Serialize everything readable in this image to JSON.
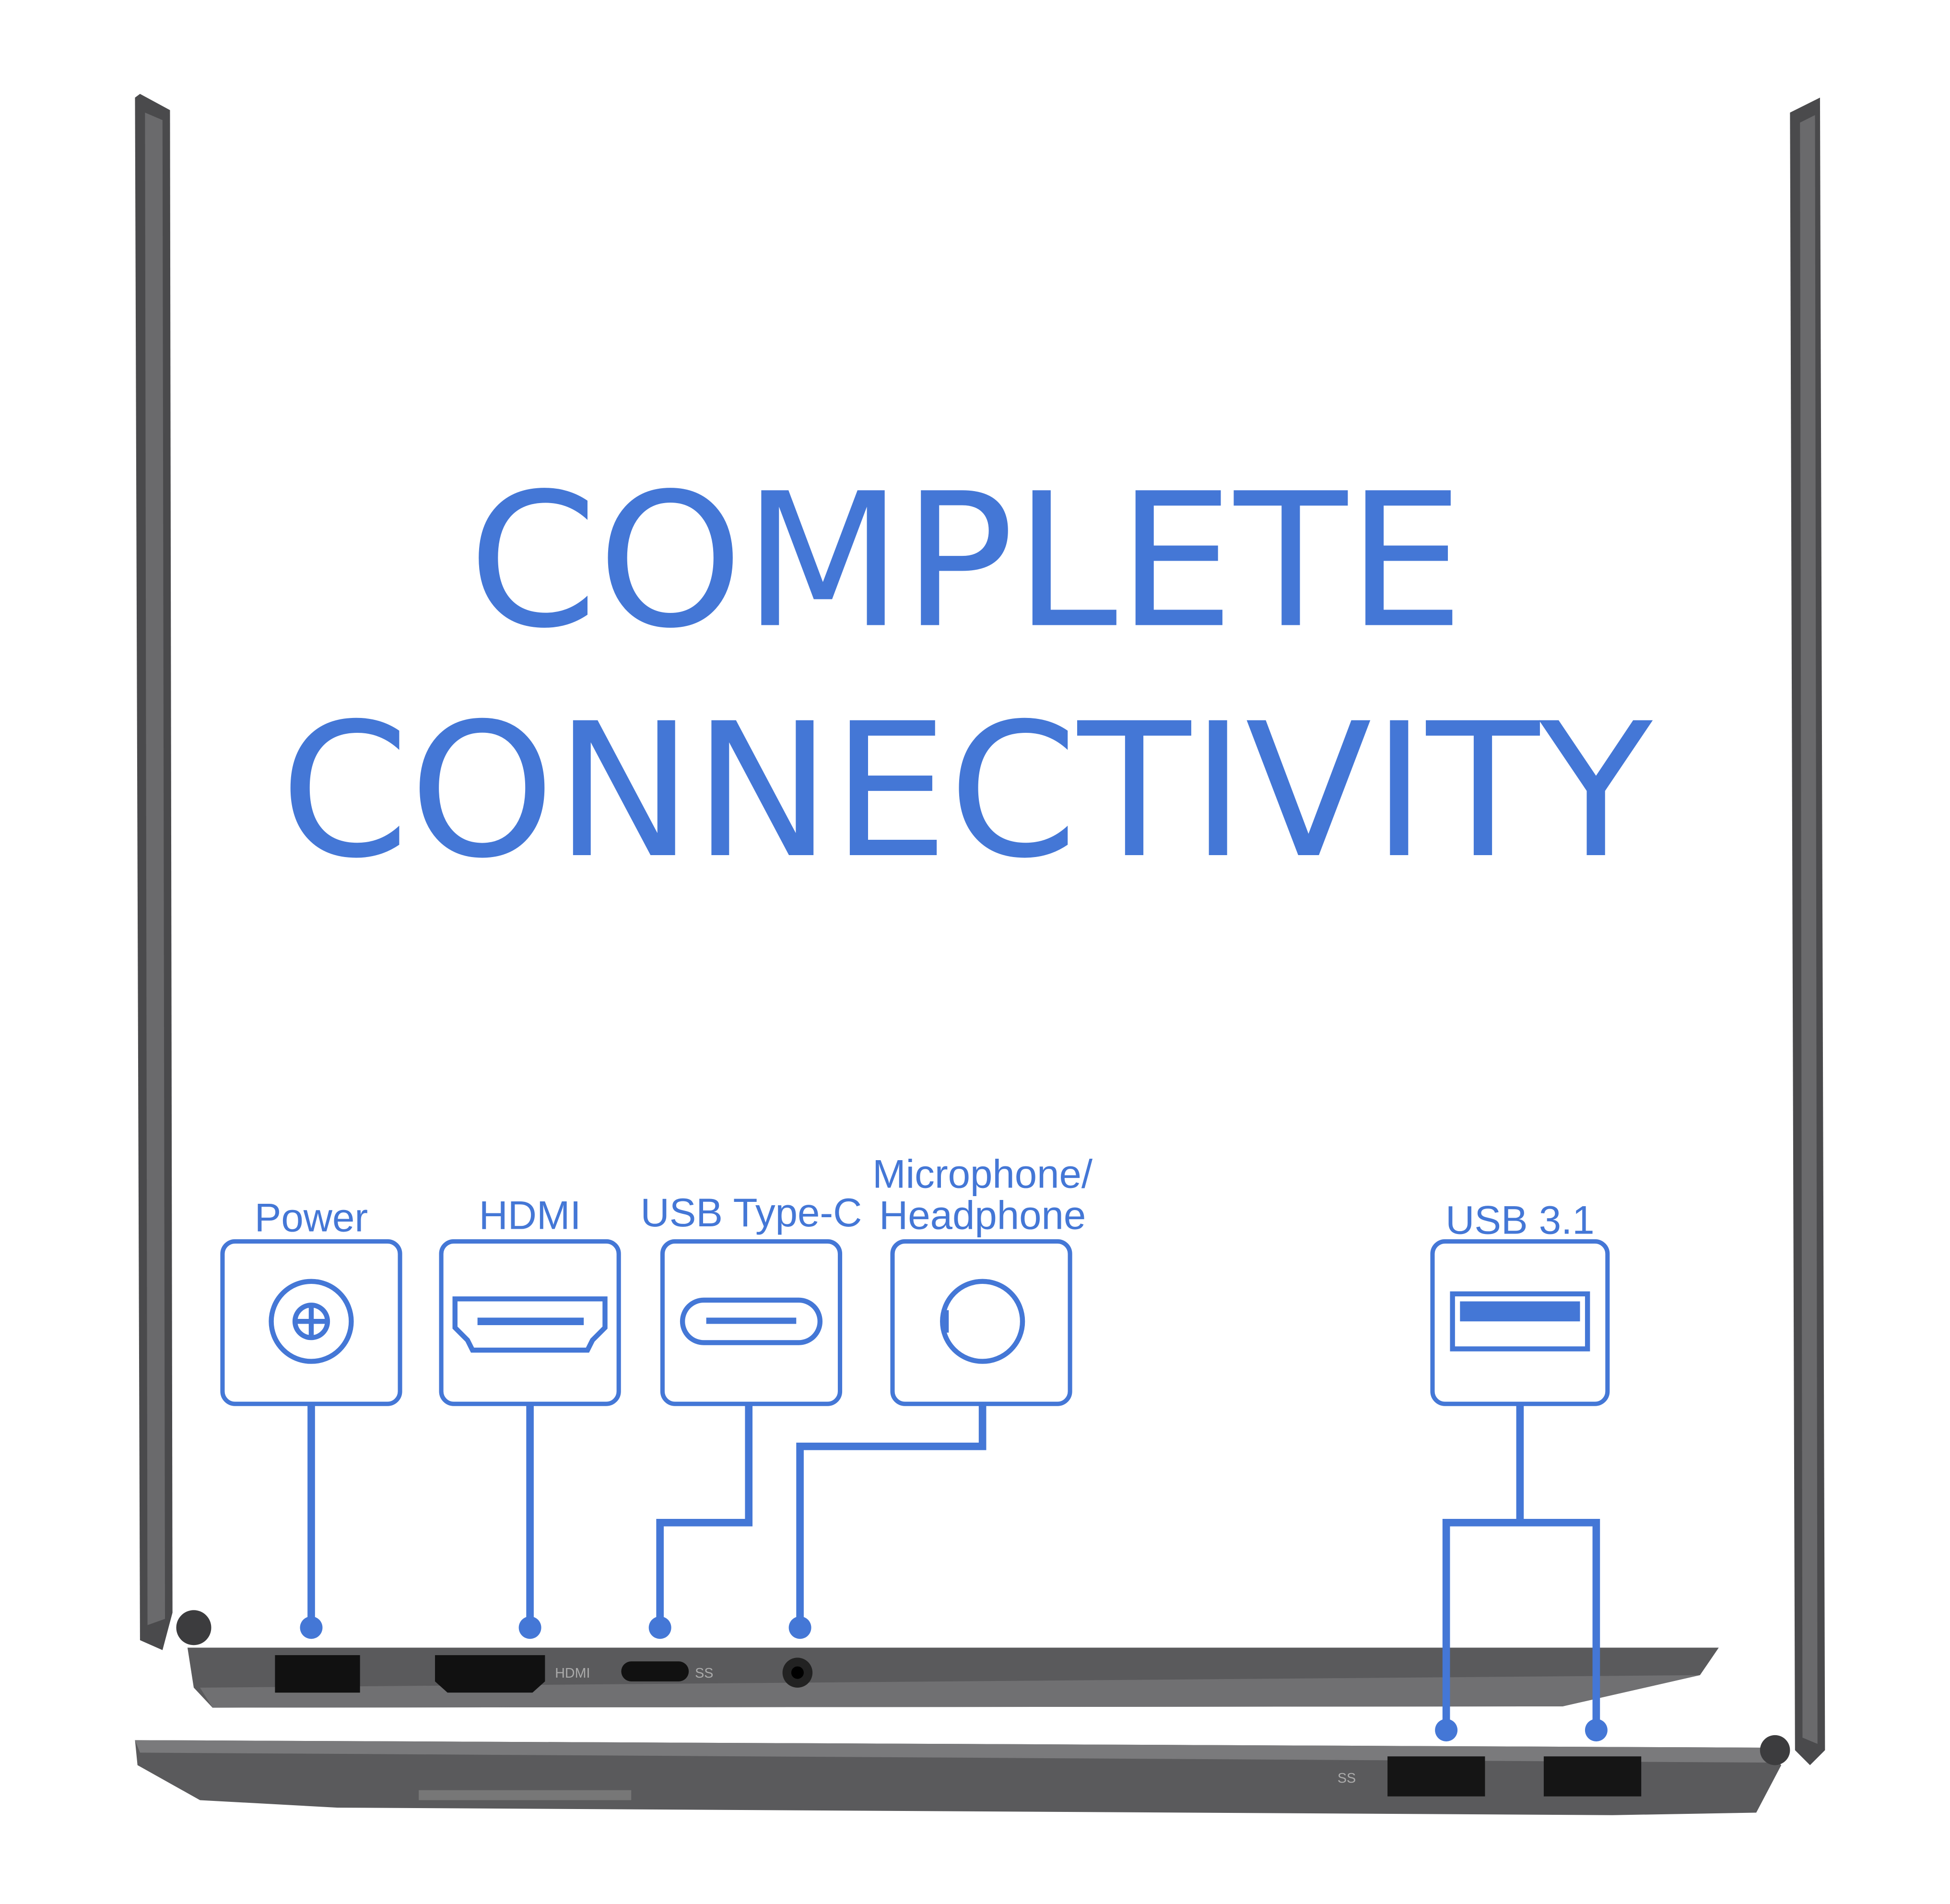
{
  "headline": {
    "line1": "COMPLETE",
    "line2": "CONNECTIVITY"
  },
  "ports": [
    {
      "label": "Power",
      "icon": "power-jack-icon"
    },
    {
      "label": "HDMI",
      "icon": "hdmi-icon"
    },
    {
      "label": "USB Type-C",
      "icon": "usb-c-icon"
    },
    {
      "label_line1": "Microphone/",
      "label_line2": "Headphone",
      "icon": "audio-jack-icon"
    },
    {
      "label": "USB 3.1",
      "icon": "usb-a-icon"
    }
  ],
  "laptop_markings": {
    "hdmi": "HDMI",
    "ss": "SS"
  },
  "colors": {
    "accent": "#4477d6",
    "laptop": "#4a4a4c"
  }
}
